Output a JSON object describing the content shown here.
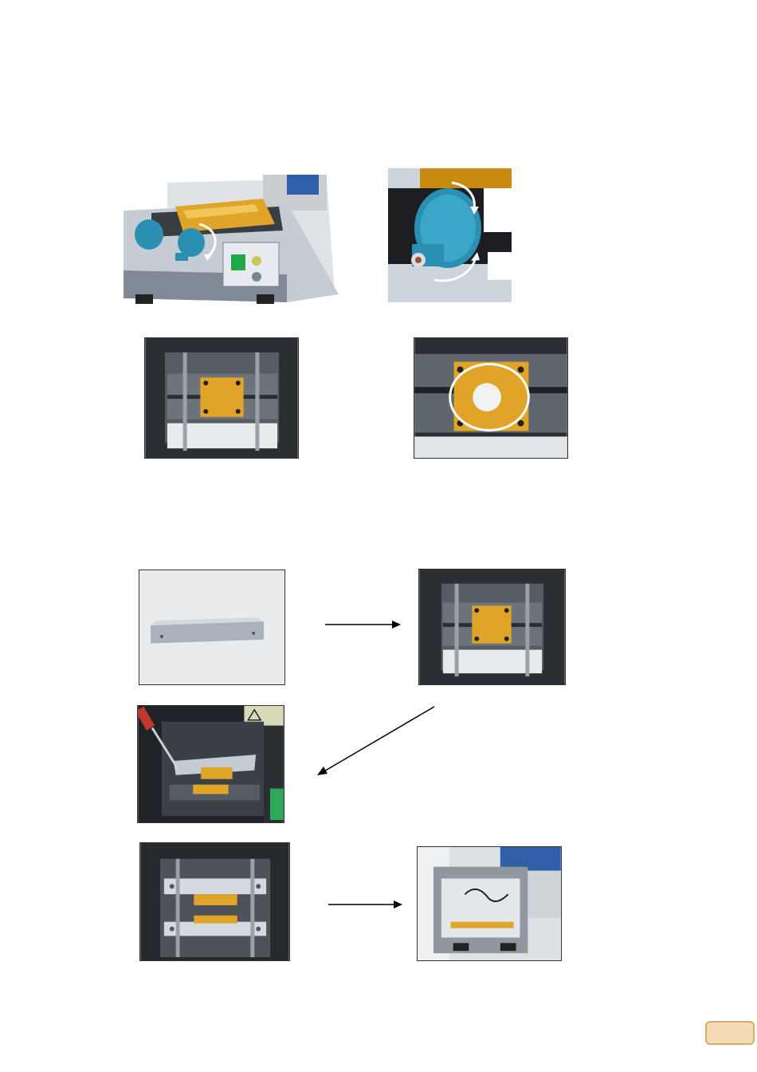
{
  "document": {
    "background": "#ffffff",
    "accent_colors": {
      "clamp_gold": "#e0a428",
      "knob_blue": "#2a8fb0",
      "machine_frame": "#4a4f56",
      "page_tab_fill": "#f6d9b6",
      "page_tab_border": "#d9a86a"
    },
    "figures": [
      {
        "name": "machine-overview-photo",
        "icon": "handwheel-rotation-arrow"
      },
      {
        "name": "handwheel-closeup-photo",
        "icon": "handwheel-rotation-arrows"
      },
      {
        "name": "clamp-top-view-photo",
        "icon": "none"
      },
      {
        "name": "clamp-highlighted-photo",
        "icon": "highlight-ellipse"
      },
      {
        "name": "blank-plate-photo",
        "icon": "none"
      },
      {
        "name": "clamp-step2-photo",
        "icon": "none"
      },
      {
        "name": "screwdriver-install-photo",
        "icon": "screwdriver"
      },
      {
        "name": "plates-installed-photo",
        "icon": "none"
      },
      {
        "name": "machine-finished-photo",
        "icon": "none"
      }
    ],
    "arrows": [
      "arrow-right-1",
      "arrow-diagonal",
      "arrow-right-2"
    ],
    "page_number": ""
  }
}
